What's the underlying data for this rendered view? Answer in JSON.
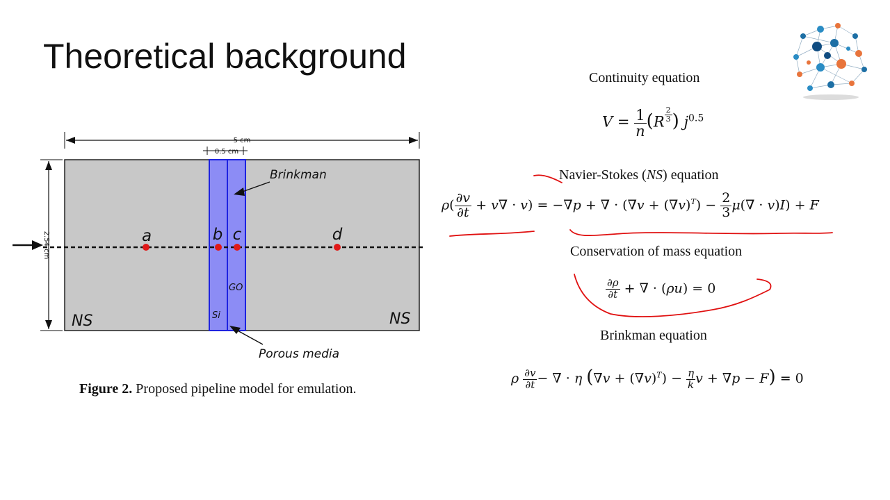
{
  "slide": {
    "title": "Theoretical background",
    "logo_icon": "network-sphere-icon"
  },
  "figure": {
    "caption_label": "Figure 2.",
    "caption_text": "Proposed pipeline model for emulation.",
    "dim_width": "5 cm",
    "dim_layer": "0.5 cm",
    "dim_height": "2.54 cm",
    "label_brinkman": "Brinkman",
    "label_porous": "Porous media",
    "label_ns_left": "NS",
    "label_ns_right": "NS",
    "label_si": "Si",
    "label_go": "GO",
    "points": [
      "a",
      "b",
      "c",
      "d"
    ],
    "colors": {
      "domain": "#c8c8c8",
      "porous": "#8c8cf5",
      "porous_border": "#1e22e0",
      "points": "#e01818"
    }
  },
  "equations": {
    "continuity_title": "Continuity equation",
    "ns_title_prefix": "Navier-Stokes (",
    "ns_title_abbr": "NS",
    "ns_title_suffix": ") equation",
    "mass_title": "Conservation of mass equation",
    "brinkman_title": "Brinkman equation",
    "annotation_color": "#e01010"
  }
}
